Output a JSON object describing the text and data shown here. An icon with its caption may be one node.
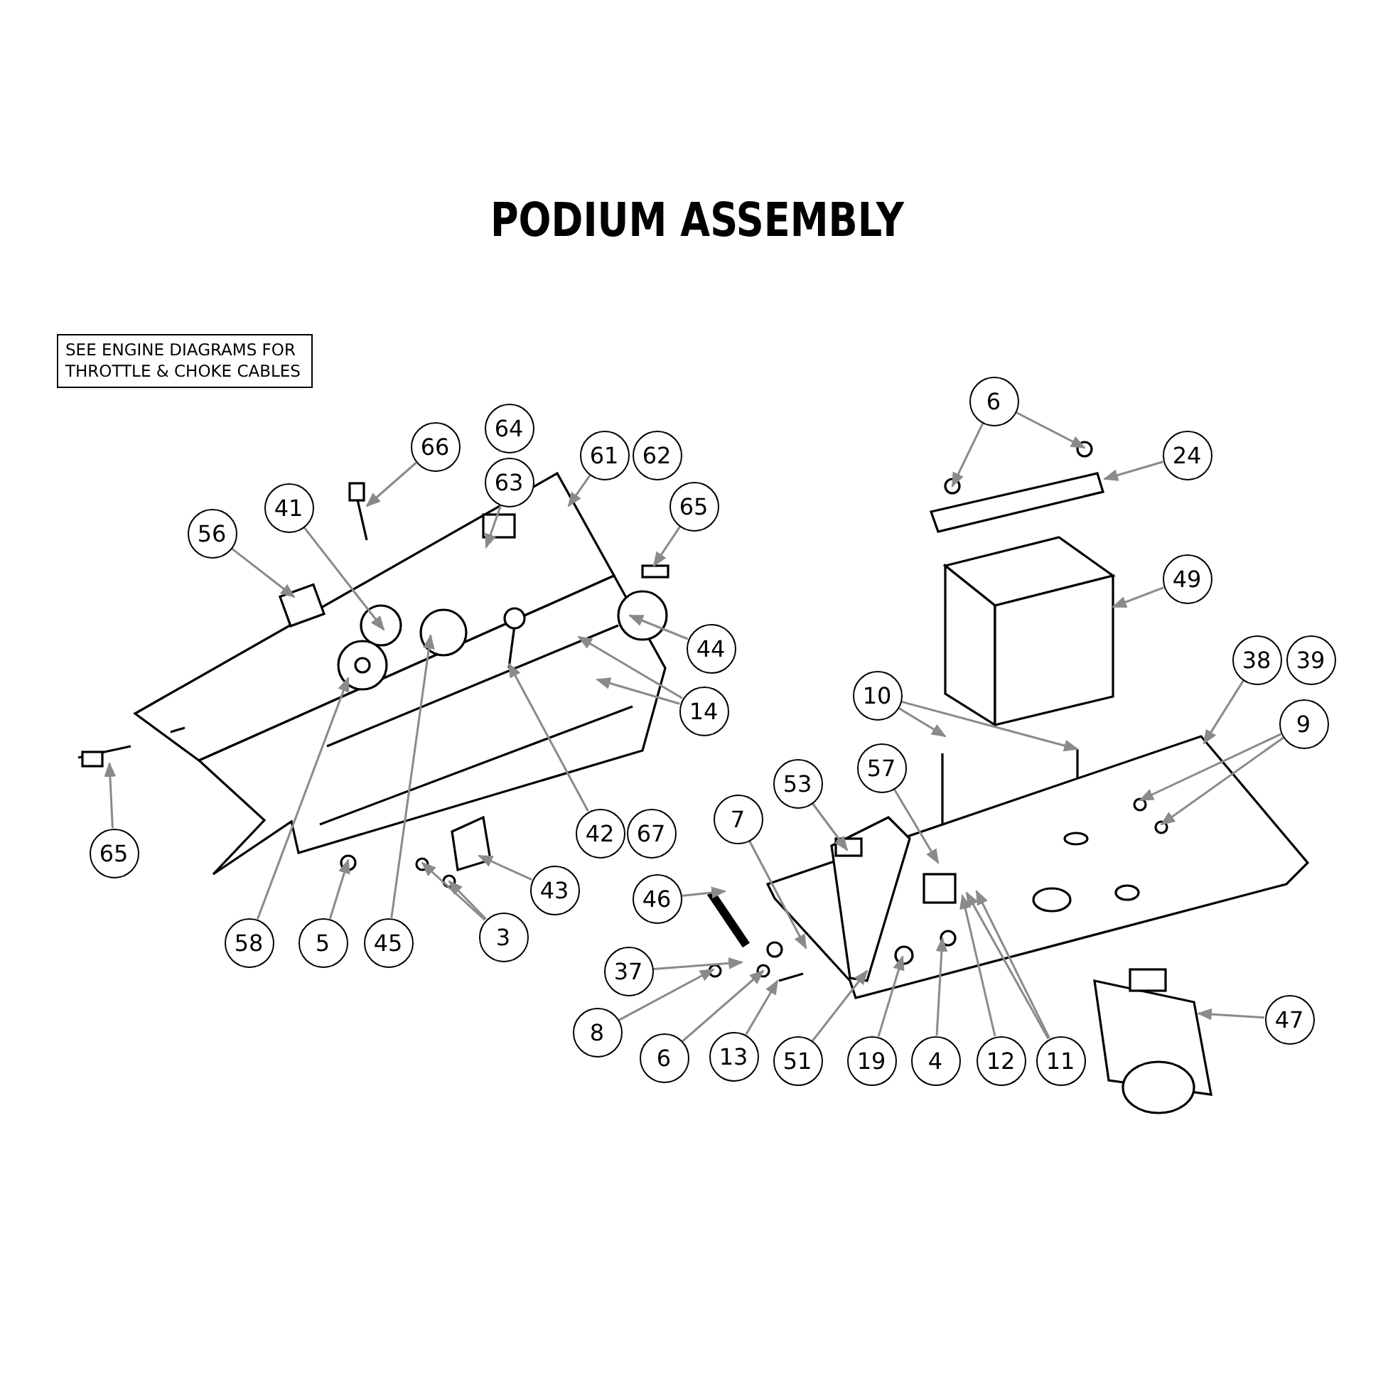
{
  "diagram": {
    "title": "PODIUM ASSEMBLY",
    "nodes": [
      {
        "text": [
          "SEE ENGINE DIAGRAMS FOR THROTTLE & CHOKE CABLES"
        ]
      },
      {
        "text": [
          "66"
        ]
      },
      {
        "text": [
          "64"
        ]
      },
      {
        "text": [
          "63"
        ]
      },
      {
        "text": [
          "61"
        ]
      },
      {
        "text": [
          "62"
        ]
      },
      {
        "text": [
          "65"
        ]
      },
      {
        "text": [
          "56"
        ]
      },
      {
        "text": [
          "41"
        ]
      },
      {
        "text": [
          "44"
        ]
      },
      {
        "text": [
          "14"
        ]
      },
      {
        "text": [
          "65"
        ]
      },
      {
        "text": [
          "42"
        ]
      },
      {
        "text": [
          "67"
        ]
      },
      {
        "text": [
          "43"
        ]
      },
      {
        "text": [
          "58"
        ]
      },
      {
        "text": [
          "5"
        ]
      },
      {
        "text": [
          "45"
        ]
      },
      {
        "text": [
          "3"
        ]
      },
      {
        "text": [
          "6"
        ]
      },
      {
        "text": [
          "24"
        ]
      },
      {
        "text": [
          "49"
        ]
      },
      {
        "text": [
          "10"
        ]
      },
      {
        "text": [
          "38"
        ]
      },
      {
        "text": [
          "39"
        ]
      },
      {
        "text": [
          "9"
        ]
      },
      {
        "text": [
          "57"
        ]
      },
      {
        "text": [
          "53"
        ]
      },
      {
        "text": [
          "7"
        ]
      },
      {
        "text": [
          "46"
        ]
      },
      {
        "text": [
          "37"
        ]
      },
      {
        "text": [
          "8"
        ]
      },
      {
        "text": [
          "6"
        ]
      },
      {
        "text": [
          "13"
        ]
      },
      {
        "text": [
          "51"
        ]
      },
      {
        "text": [
          "19"
        ]
      },
      {
        "text": [
          "4"
        ]
      },
      {
        "text": [
          "12"
        ]
      },
      {
        "text": [
          "11"
        ]
      },
      {
        "text": [
          "47"
        ]
      }
    ],
    "edges": [
      {
        "from": 1,
        "to": null,
        "arrow": "to"
      },
      {
        "from": 3,
        "to": null,
        "arrow": "to"
      },
      {
        "from": 4,
        "to": null,
        "arrow": "to"
      },
      {
        "from": 6,
        "to": null,
        "arrow": "to"
      },
      {
        "from": 7,
        "to": null,
        "arrow": "to"
      },
      {
        "from": 8,
        "to": null,
        "arrow": "to"
      },
      {
        "from": 9,
        "to": null,
        "arrow": "to"
      },
      {
        "from": 10,
        "to": null,
        "arrow": "to"
      },
      {
        "from": 10,
        "to": null,
        "arrow": "to"
      },
      {
        "from": 11,
        "to": null,
        "arrow": "to"
      },
      {
        "from": 12,
        "to": null,
        "arrow": "to"
      },
      {
        "from": 14,
        "to": null,
        "arrow": "to"
      },
      {
        "from": 15,
        "to": null,
        "arrow": "to"
      },
      {
        "from": 16,
        "to": null,
        "arrow": "to"
      },
      {
        "from": 17,
        "to": null,
        "arrow": "to"
      },
      {
        "from": 18,
        "to": null,
        "arrow": "to"
      },
      {
        "from": 18,
        "to": null,
        "arrow": "to"
      },
      {
        "from": 19,
        "to": null,
        "arrow": "to"
      },
      {
        "from": 19,
        "to": null,
        "arrow": "to"
      },
      {
        "from": 20,
        "to": null,
        "arrow": "to"
      },
      {
        "from": 21,
        "to": null,
        "arrow": "to"
      },
      {
        "from": 22,
        "to": null,
        "arrow": "to"
      },
      {
        "from": 22,
        "to": null,
        "arrow": "to"
      },
      {
        "from": 23,
        "to": null,
        "arrow": "to"
      },
      {
        "from": 25,
        "to": null,
        "arrow": "to"
      },
      {
        "from": 25,
        "to": null,
        "arrow": "to"
      },
      {
        "from": 26,
        "to": null,
        "arrow": "to"
      },
      {
        "from": 27,
        "to": null,
        "arrow": "to"
      },
      {
        "from": 28,
        "to": null,
        "arrow": "to"
      },
      {
        "from": 29,
        "to": null,
        "arrow": "to"
      },
      {
        "from": 30,
        "to": null,
        "arrow": "to"
      },
      {
        "from": 31,
        "to": null,
        "arrow": "to"
      },
      {
        "from": 32,
        "to": null,
        "arrow": "to"
      },
      {
        "from": 33,
        "to": null,
        "arrow": "to"
      },
      {
        "from": 34,
        "to": null,
        "arrow": "to"
      },
      {
        "from": 35,
        "to": null,
        "arrow": "to"
      },
      {
        "from": 36,
        "to": null,
        "arrow": "to"
      },
      {
        "from": 37,
        "to": null,
        "arrow": "to"
      },
      {
        "from": 38,
        "to": null,
        "arrow": "to"
      },
      {
        "from": 38,
        "to": null,
        "arrow": "to"
      },
      {
        "from": 39,
        "to": null,
        "arrow": "to"
      }
    ]
  }
}
